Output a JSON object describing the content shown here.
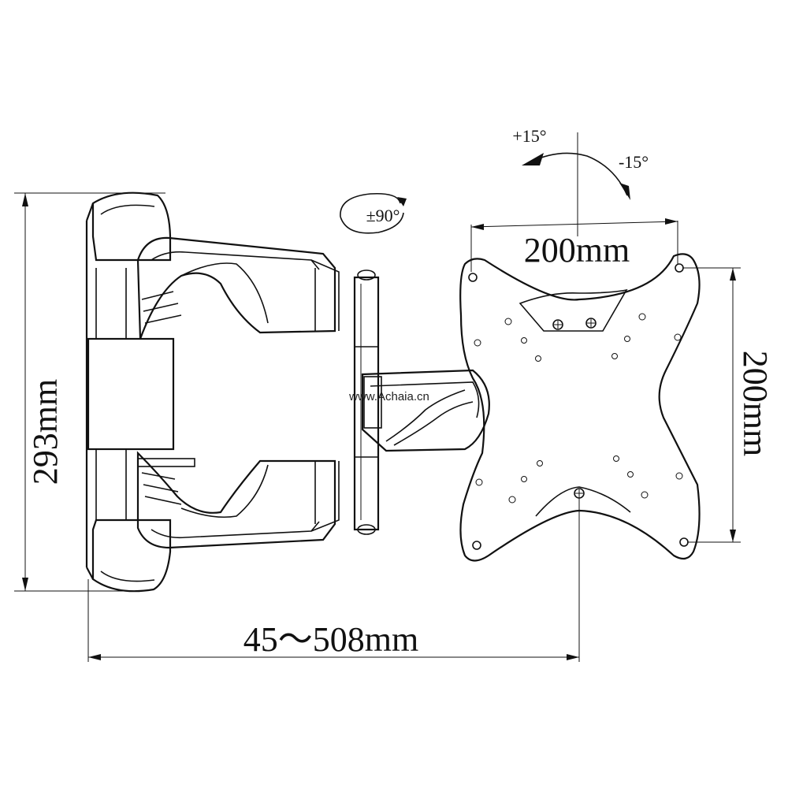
{
  "dimensions": {
    "height_total": "293mm",
    "extension_range": "45～508mm",
    "vesa_horizontal": "200mm",
    "vesa_vertical": "200mm"
  },
  "angles": {
    "swivel": "±90°",
    "tilt_up": "+15°",
    "tilt_down": "-15°"
  },
  "watermark": "www.Achaia.cn",
  "colors": {
    "line": "#111111",
    "background": "#ffffff"
  }
}
